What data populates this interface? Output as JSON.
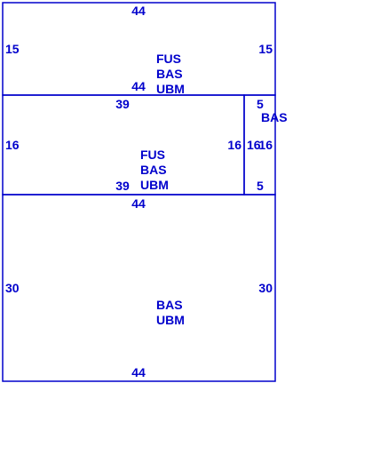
{
  "colors": {
    "line": "#0000cc",
    "text": "#0000cc",
    "background": "#ffffff"
  },
  "panels": [
    {
      "id": "top",
      "top_label": "44",
      "bottom_label": "44",
      "left_label": "15",
      "right_label": "15",
      "codes": [
        "FUS",
        "BAS",
        "UBM"
      ]
    },
    {
      "id": "middle",
      "top_label": "39",
      "bottom_label": "39",
      "left_label": "16",
      "right_label": "16",
      "codes": [
        "FUS",
        "BAS",
        "UBM"
      ]
    },
    {
      "id": "side",
      "top_label": "5",
      "bottom_label": "5",
      "left_label": "16",
      "right_label": "16",
      "codes": [
        "BAS"
      ]
    },
    {
      "id": "bottom",
      "top_label": "44",
      "bottom_label": "44",
      "left_label": "30",
      "right_label": "30",
      "codes": [
        "BAS",
        "UBM"
      ]
    }
  ]
}
